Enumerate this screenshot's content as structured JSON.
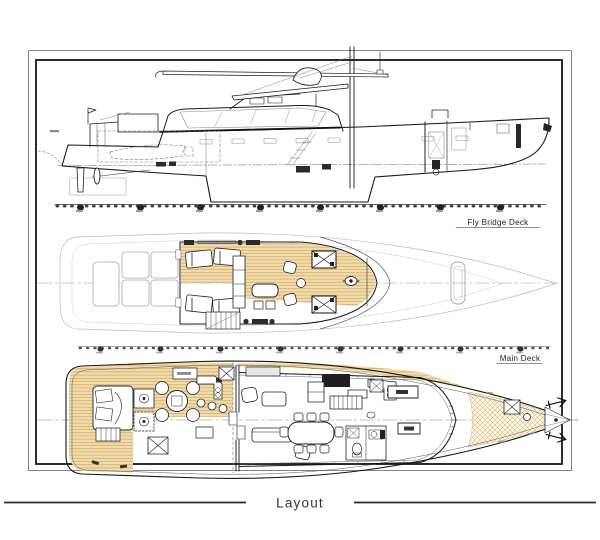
{
  "drawing": {
    "caption": "Layout",
    "views": {
      "fly_bridge_deck": {
        "label": "Fly Bridge Deck"
      },
      "main_deck": {
        "label": "Main Deck"
      }
    },
    "colors": {
      "ink": "#1a1a1a",
      "ghost": "#bcbcbc",
      "teak_base": "#f1dcab",
      "teak_line": "#cfa668",
      "bow_hatch_base": "#faf3df",
      "caption_ink": "#262b38"
    }
  }
}
